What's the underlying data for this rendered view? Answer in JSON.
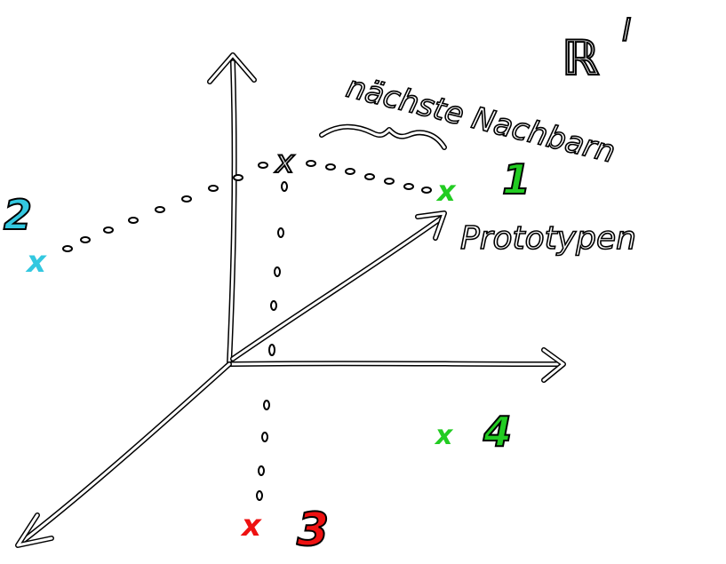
{
  "labels": {
    "space": "ℝ",
    "space_exponent": "l",
    "nearest_neighbor": "nächste Nachbarn",
    "prototypes": "Prototypen",
    "query_marker": "x"
  },
  "points": [
    {
      "id": "1",
      "marker": "x",
      "color": "#22cc22"
    },
    {
      "id": "2",
      "marker": "x",
      "color": "#33c8e0"
    },
    {
      "id": "3",
      "marker": "x",
      "color": "#ee1111"
    },
    {
      "id": "4",
      "marker": "x",
      "color": "#22cc22"
    }
  ]
}
